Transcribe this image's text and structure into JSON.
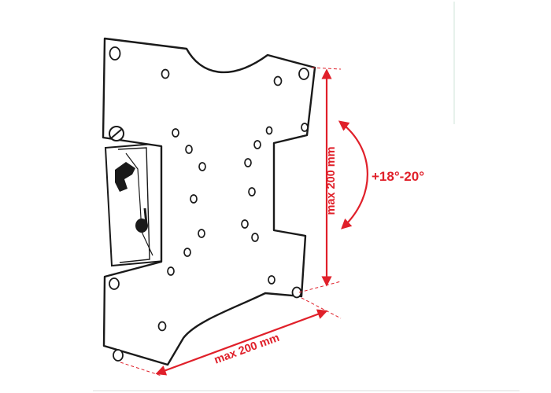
{
  "dimensions": {
    "height_label": "max 200 mm",
    "width_label": "max 200 mm"
  },
  "tilt": {
    "label": "+18°-20°"
  },
  "colors": {
    "accent": "#e0202a",
    "line": "#1a1a1a",
    "background": "#ffffff"
  }
}
